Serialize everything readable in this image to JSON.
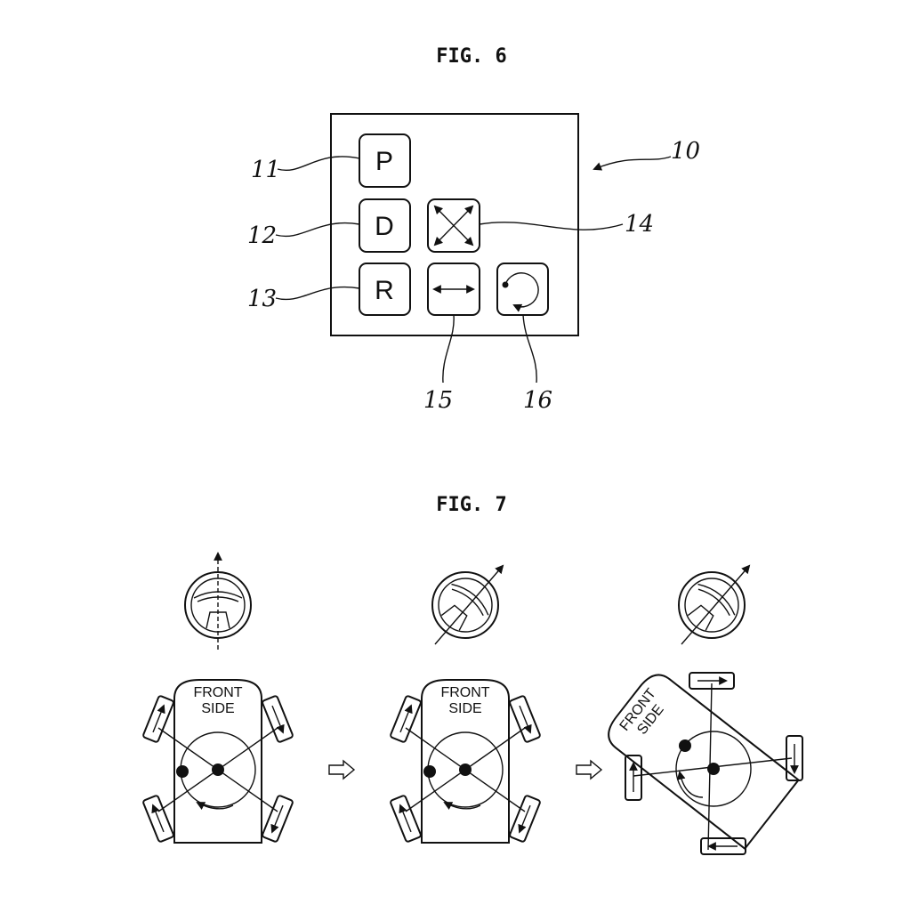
{
  "fig6": {
    "title": "FIG. 6",
    "panel_ref": "10",
    "buttons": [
      {
        "ref": "11",
        "label": "P"
      },
      {
        "ref": "12",
        "label": "D"
      },
      {
        "ref": "13",
        "label": "R"
      },
      {
        "ref": "14",
        "icon": "four-way-arrows-icon"
      },
      {
        "ref": "15",
        "icon": "left-right-arrow-icon"
      },
      {
        "ref": "16",
        "icon": "rotate-icon"
      }
    ]
  },
  "fig7": {
    "title": "FIG. 7",
    "vehicle_label_line1": "FRONT",
    "vehicle_label_line2": "SIDE",
    "steps": [
      {
        "steering_icon": "steering-wheel-icon"
      },
      {
        "steering_icon": "steering-wheel-icon"
      },
      {
        "steering_icon": "steering-wheel-icon"
      }
    ],
    "transition_icon": "hollow-arrow-right-icon"
  }
}
